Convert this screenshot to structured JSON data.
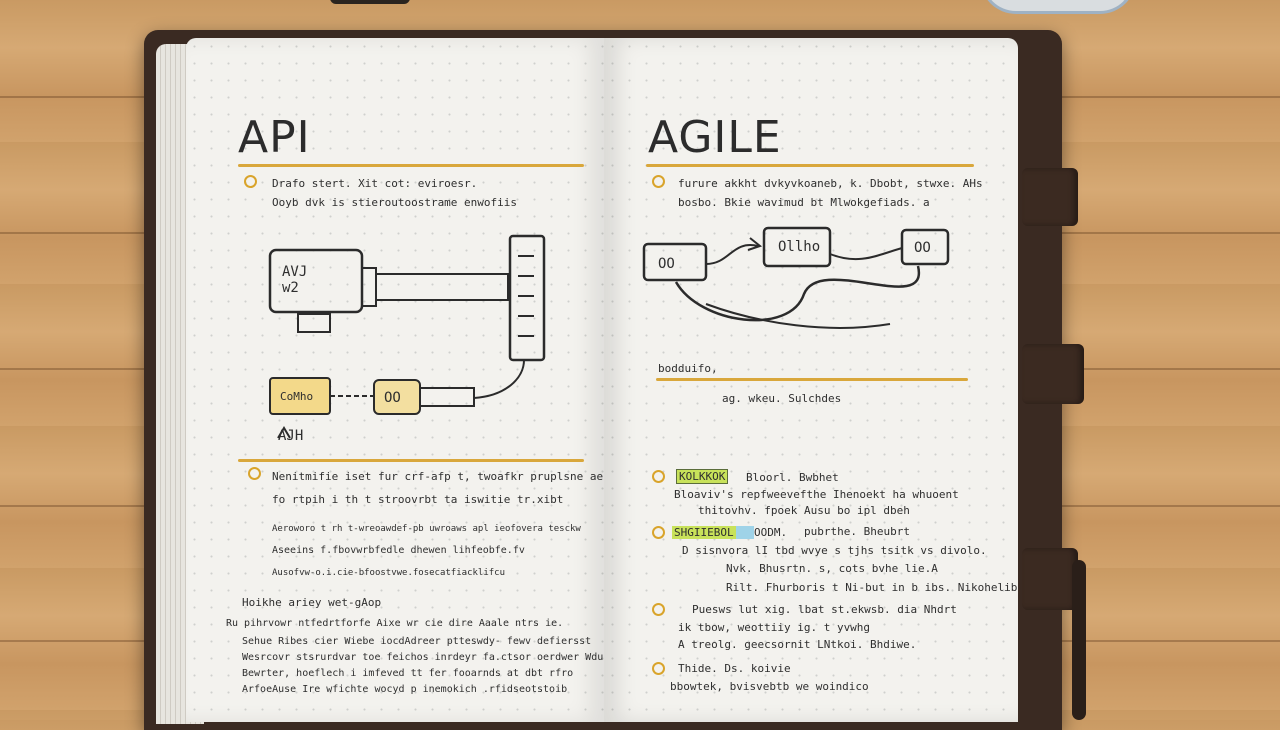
{
  "left_page": {
    "heading": "API",
    "section1_lines": [
      "Drafo stert. Xit cot: eviroesr.",
      "Ooyb dvk is stieroutoostrame enwofiis"
    ],
    "diagram": {
      "device_label": "AVJ\nw2",
      "small_box_label": "CoMho",
      "small_box2_label": "OO",
      "caption": "AJH"
    },
    "section2_lines": [
      "Nenitmifie iset fur crf-afp t, twoafkr pruplsne aesr.",
      "fo rtpih i th t stroovrbt ta iswitie tr.xibt"
    ],
    "detail_lines": [
      "Aeroworo t rh t-wreoawdef-pb uwroaws apl ieofovera tesckw",
      "Aseeins f.fbovwrbfedle dhewen lihfeobfe.fv",
      "Ausofvw-o.i.cie-bfoostvwe.fosecatfiacklifcu"
    ],
    "subheading": "Hoikhe ariey wet-gAop",
    "footer_lines": [
      "Ru pihrvowr ntfedrtforfe Aixe wr cie dire Aaale ntrs ie.",
      "Sehue Ribes cier Wiebe iocdAdreer ptteswdy- fewv defiersst",
      "Wesrcovr stsrurdvar toe feichos inrdeyr fa.ctsor oerdwer Wdurs",
      "Bewrter, hoeflech i imfeved tt fer fooarnds at dbt rfro",
      "ArfoeAuse Ire wfichte wocyd p inemokich .rfidseotstoib"
    ]
  },
  "right_page": {
    "heading": "AGILE",
    "section1_lines": [
      "furure akkht dvkyvkoaneb, k. Dbobt, stwxe. AHs",
      "bosbo. Bkie wavimud bt Mlwokgefiads. a"
    ],
    "diagram": {
      "box_left": "OO",
      "box_mid": "Ollho",
      "box_right": "OO"
    },
    "mid_label": "bodduifo,",
    "mid_caption": "ag. wkeu. Sulchdes",
    "items": [
      {
        "tag": "KOLKKOK",
        "lines": [
          "Bloorl. Bwbhet",
          "Bloaviv's repfweevefthe Ihenoekt ha whuoent",
          "thitovhv. fpoek Ausu bo ipl dbeh"
        ]
      },
      {
        "tag": "SHGIIEBOL",
        "tag2": "OODM.",
        "lines": [
          "pubrthe. Bheubrt",
          "D sisnvora lI tbd wvye s tjhs tsitk vs divolo.",
          "Nvk. Bhusrtn. s, cots bvhe lie.A",
          "Rilt. Fhurboris t Ni-but in b ibs. Nikohelib"
        ]
      },
      {
        "lines": [
          "Puesws lut xig. lbat st.ekwsb. dia Nhdrt",
          "ik tbow, weottiiy ig. t yvwhg",
          "A treolg. geecsornit LNtkoi. Bhdiwe."
        ]
      },
      {
        "lines": [
          "Thide. Ds. koivie",
          "bbowtek, bvisvebtb we woindico"
        ]
      }
    ]
  }
}
